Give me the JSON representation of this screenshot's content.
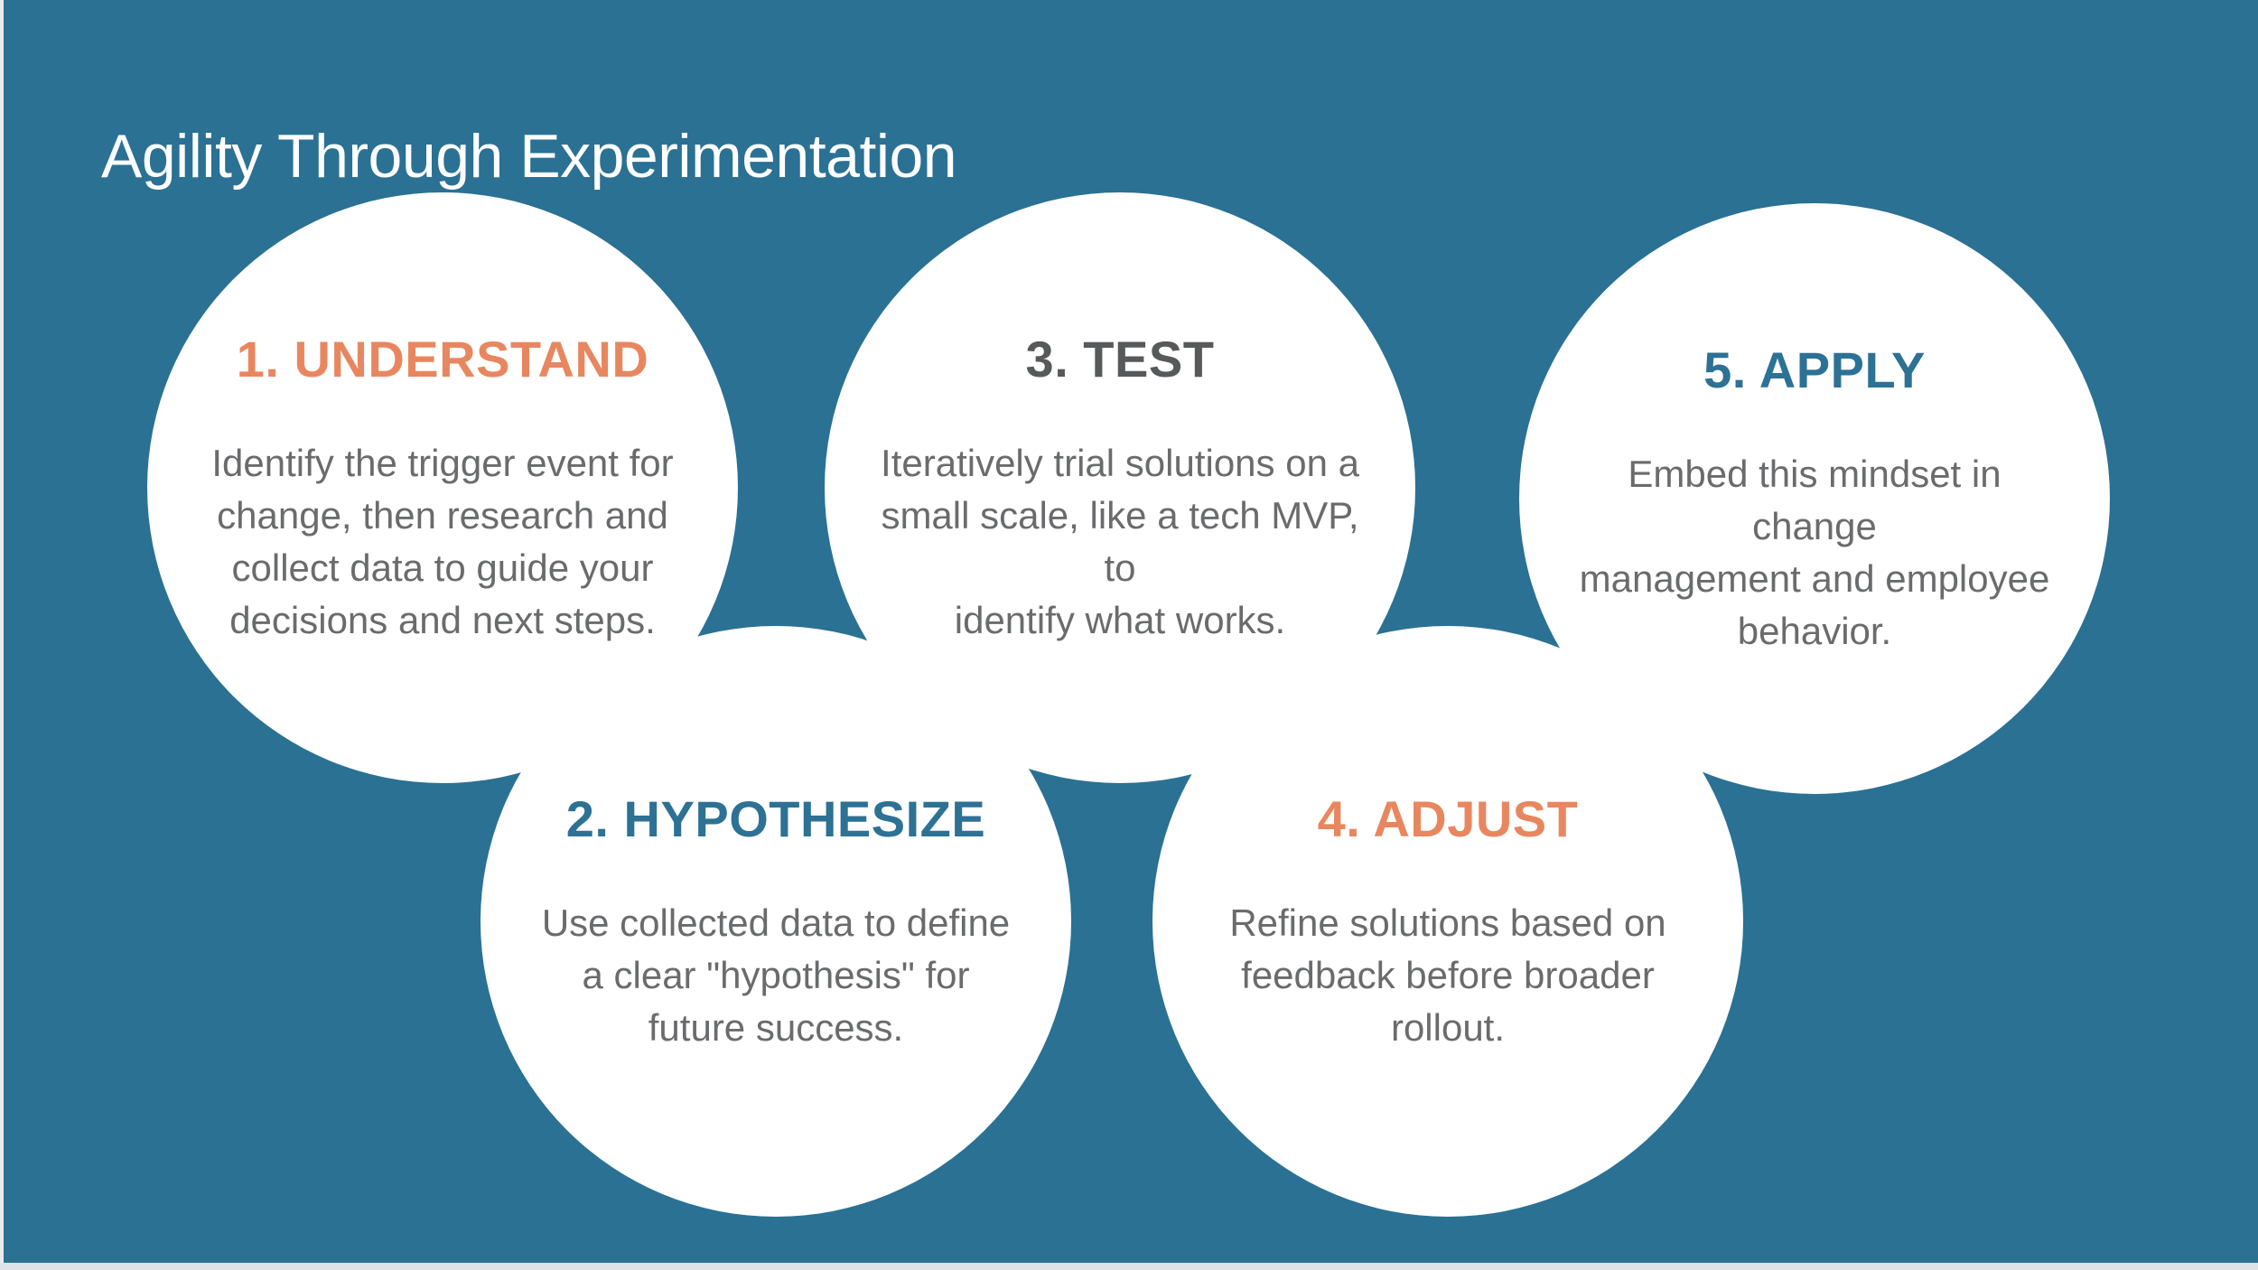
{
  "title": "Agility Through Experimentation",
  "colors": {
    "background": "#2a7194",
    "circle_fill": "#ffffff",
    "orange_heading": "#e8875f",
    "blue_heading": "#2d7195",
    "gray_heading": "#58595b",
    "body_text": "#6a6b6d",
    "title_text": "#ffffff"
  },
  "steps": [
    {
      "label": "1. UNDERSTAND",
      "heading_color": "orange",
      "body_lines": [
        "Identify the trigger event for",
        "change, then research and",
        "collect data to guide your",
        "decisions and next steps."
      ]
    },
    {
      "label": "2. HYPOTHESIZE",
      "heading_color": "blue",
      "body_lines": [
        "Use collected data to define",
        "a clear \"hypothesis\" for",
        "future success."
      ]
    },
    {
      "label": "3. TEST",
      "heading_color": "gray",
      "body_lines": [
        "Iteratively trial solutions on a",
        "small scale, like a tech MVP, to",
        "identify what works."
      ]
    },
    {
      "label": "4. ADJUST",
      "heading_color": "orange",
      "body_lines": [
        "Refine solutions based on",
        "feedback before broader",
        "rollout."
      ]
    },
    {
      "label": "5. APPLY",
      "heading_color": "blue",
      "body_lines": [
        "Embed this mindset in change",
        "management and employee",
        "behavior."
      ]
    }
  ]
}
